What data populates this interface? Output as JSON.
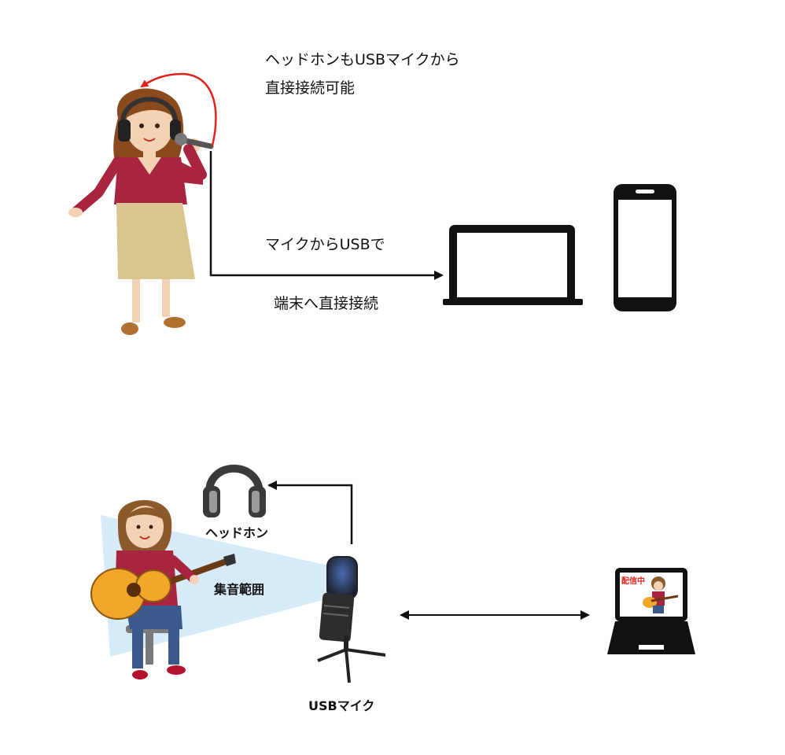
{
  "top": {
    "headphone_note_line1": "ヘッドホンもUSBマイクから",
    "headphone_note_line2": "直接接続可能",
    "usb_label_line1": "マイクからUSBで",
    "usb_label_line2": "端末へ直接接続"
  },
  "bottom": {
    "headphone_label": "ヘッドホン",
    "pickup_range_label": "集音範囲",
    "usb_mic_label": "USBマイク",
    "screen_badge": "配信中"
  },
  "colors": {
    "accent_arrow": "#e0241b",
    "pickup_range": "#cfe6f7",
    "device_black": "#111111",
    "shirt": "#a8243f",
    "skirt": "#d8c58f",
    "hair": "#8a4a1e",
    "guitar": "#f2a62a"
  },
  "icons": {
    "headphones": "headphones-icon",
    "laptop": "laptop-icon",
    "smartphone": "smartphone-icon",
    "usb_microphone": "usb-microphone-icon"
  }
}
